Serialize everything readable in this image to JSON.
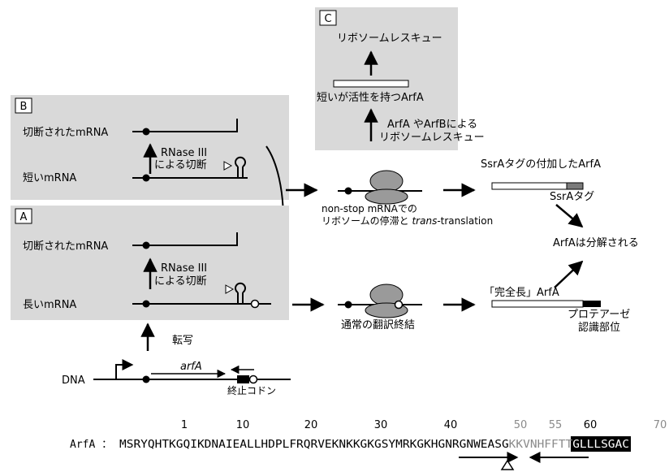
{
  "panels": {
    "a": {
      "label": "A",
      "cut_mrna": "切断されたmRNA",
      "rnase_1": "RNase III",
      "rnase_2": "による切断",
      "mrna": "長いmRNA"
    },
    "b": {
      "label": "B",
      "cut_mrna": "切断されたmRNA",
      "rnase_1": "RNase III",
      "rnase_2": "による切断",
      "mrna": "短いmRNA"
    },
    "c": {
      "label": "C",
      "top": "リボソームレスキュー",
      "middle": "短いが活性を持つArfA",
      "rescue_1": "ArfA やArfBによる",
      "rescue_2": "リボソームレスキュー"
    }
  },
  "dna": {
    "label": "DNA",
    "gene": "arfA",
    "stop_codon": "終止コドン",
    "transcription": "転写"
  },
  "pathway": {
    "nonstop_1": "non-stop mRNAでの",
    "nonstop_2a": "リボソームの停滞と ",
    "nonstop_2b": "trans",
    "nonstop_2c": "-translation",
    "normal": "通常の翻訳終結",
    "ssra_title": "SsrAタグの付加したArfA",
    "ssra_tag": "SsrAタグ",
    "degraded": "ArfAは分解される",
    "full_length": "「完全長」ArfA",
    "protease_1": "プロテアーゼ",
    "protease_2": "認識部位"
  },
  "sequence": {
    "label": "ArfA ：",
    "ticks": [
      "1",
      "10",
      "20",
      "30",
      "40",
      "50",
      "55",
      "60",
      "70"
    ],
    "main": "MSRYQHTKGQIKDNAIEALLHDPLFRQRVEKNKKGKGSYMRKGKHGNRGNWEASG",
    "gray": "KKVNHFFTT",
    "highlight": "GLLLSGAC"
  },
  "colors": {
    "panel_fill": "#d9d9d9",
    "ribosome": "#9a9a9a",
    "ssra_tag": "#7a7a7a",
    "gray_text": "#8a8a8a"
  }
}
